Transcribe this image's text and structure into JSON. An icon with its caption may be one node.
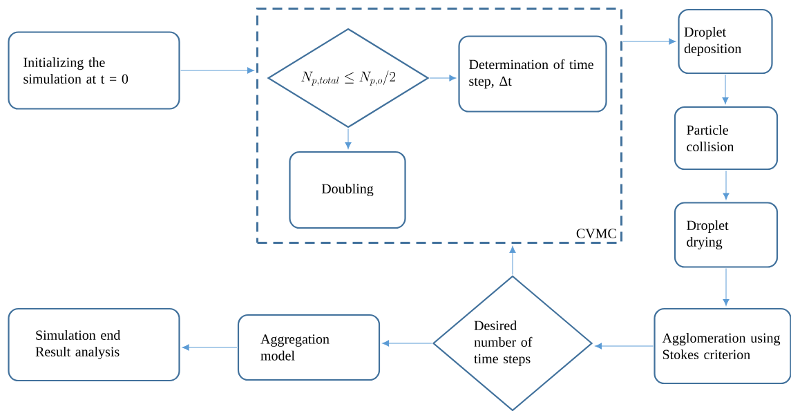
{
  "diagram": {
    "nodes": [
      {
        "text": [
          "Initializing the simulation at t = 0"
        ]
      },
      {
        "text": [
          "CVMC"
        ]
      },
      {
        "text": [
          "N_{p,total} \\le N_{p,o}/2"
        ],
        "in": 1
      },
      {
        "text": [
          "Determination of time step, Δt"
        ],
        "in": 1
      },
      {
        "text": [
          "Doubling"
        ],
        "in": 1
      },
      {
        "text": [
          "Droplet deposition"
        ]
      },
      {
        "text": [
          "Particle collision"
        ]
      },
      {
        "text": [
          "Droplet drying"
        ]
      },
      {
        "text": [
          "Agglomeration using Stokes criterion"
        ]
      },
      {
        "text": [
          "Desired number of time steps"
        ]
      },
      {
        "text": [
          "Aggregation model"
        ]
      },
      {
        "text": [
          "Simulation end Result analysis"
        ]
      }
    ],
    "edges": [
      {
        "from": 0,
        "to": 1,
        "arrow": "to"
      },
      {
        "from": 2,
        "to": 3,
        "arrow": "to"
      },
      {
        "from": 2,
        "to": 4,
        "arrow": "to"
      },
      {
        "from": 1,
        "to": 5,
        "arrow": "to"
      },
      {
        "from": 5,
        "to": 6,
        "arrow": "to"
      },
      {
        "from": 6,
        "to": 7,
        "arrow": "to"
      },
      {
        "from": 7,
        "to": 8,
        "arrow": "to"
      },
      {
        "from": 8,
        "to": 9,
        "arrow": "to"
      },
      {
        "from": 9,
        "to": 10,
        "arrow": "to"
      },
      {
        "from": 10,
        "to": 11,
        "arrow": "to"
      },
      {
        "from": 9,
        "to": 1,
        "arrow": "to"
      }
    ]
  }
}
